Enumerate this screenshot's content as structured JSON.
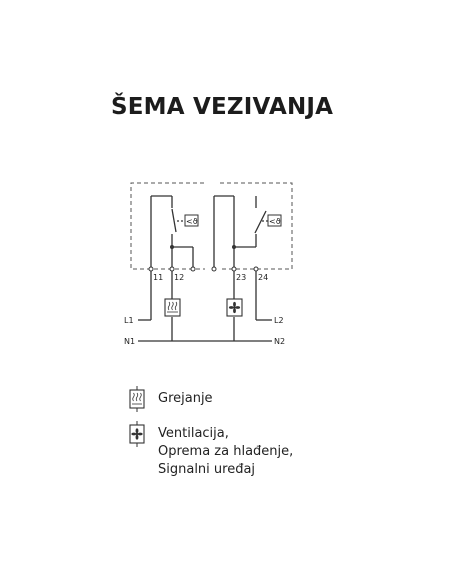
{
  "title": "ŠEMA VEZIVANJA",
  "terminals": {
    "t11": "11",
    "t12": "12",
    "t23": "23",
    "t24": "24"
  },
  "lines": {
    "l1": "L1",
    "n1": "N1",
    "l2": "L2",
    "n2": "N2"
  },
  "sensor_symbol": "<ϑ",
  "legend": {
    "heating": "Grejanje",
    "ventilation_line1": "Ventilacija,",
    "ventilation_line2": "Oprema za hlađenje,",
    "ventilation_line3": "Signalni uređaj"
  },
  "colors": {
    "line": "#333333",
    "dash": "#555555"
  }
}
